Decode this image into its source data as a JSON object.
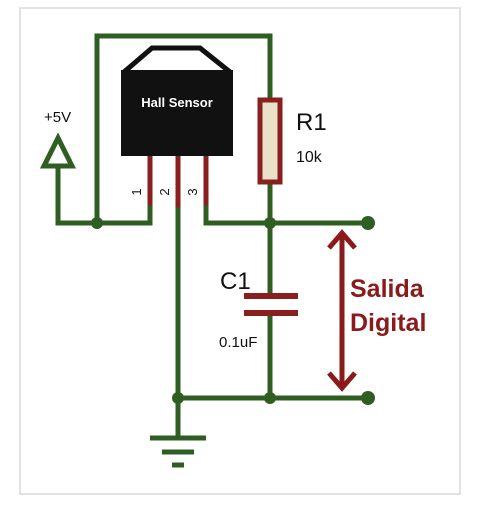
{
  "colors": {
    "wire": "#2f5e22",
    "pin": "#8a1f1f",
    "sensor_body": "#111111",
    "resistor_fill": "#e9e2c9",
    "frame": "#d9d9d9",
    "output_label": "#8b1a1a"
  },
  "sensor": {
    "label": "Hall Sensor",
    "pins": [
      "1",
      "2",
      "3"
    ]
  },
  "supply": {
    "label": "+5V"
  },
  "resistor": {
    "designator": "R1",
    "value": "10k"
  },
  "capacitor": {
    "designator": "C1",
    "value": "0.1uF"
  },
  "output": {
    "line1": "Salida",
    "line2": "Digital"
  },
  "icons": [
    "ground-icon",
    "arrow-icon"
  ]
}
